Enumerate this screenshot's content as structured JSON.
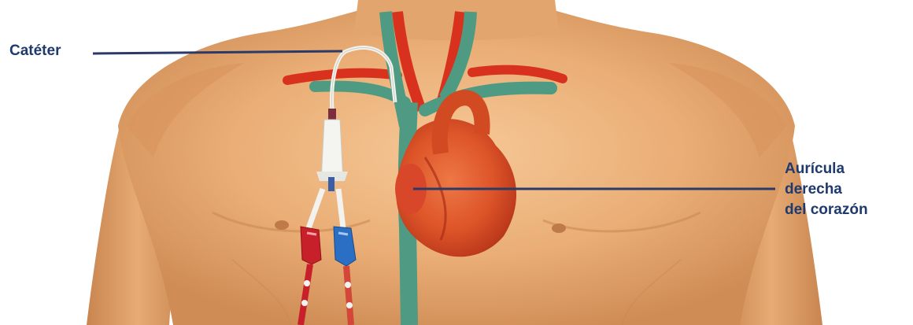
{
  "labels": {
    "catheter": "Catéter",
    "right_atrium": [
      "Aurícula",
      "derecha",
      "del corazón"
    ]
  },
  "colors": {
    "skin_light": "#f3c08a",
    "skin_mid": "#e2a06a",
    "skin_dark": "#c98550",
    "vein": "#4f9a82",
    "artery": "#d8321f",
    "heart": "#e05a2c",
    "heart_dark": "#c0351a",
    "label_text": "#1f3a6e",
    "leader_line": "#2b3a66",
    "clamp_red": "#c8202a",
    "clamp_blue": "#2a6fc4"
  }
}
